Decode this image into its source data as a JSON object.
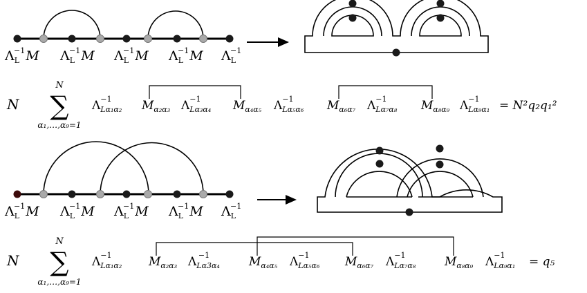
{
  "diagram_top": {
    "chain_labels": [
      {
        "base": "Λ",
        "sub": "L",
        "sup": "−1",
        "tail": "M"
      },
      {
        "base": "Λ",
        "sub": "L",
        "sup": "−1",
        "tail": "M"
      },
      {
        "base": "Λ",
        "sub": "L",
        "sup": "−1",
        "tail": "M"
      },
      {
        "base": "Λ",
        "sub": "L",
        "sup": "−1",
        "tail": "M"
      },
      {
        "base": "Λ",
        "sub": "L",
        "sup": "−1",
        "tail": ""
      }
    ],
    "pairing": "nested"
  },
  "equation_top": {
    "prefix": "N",
    "sum_upper": "N",
    "sum_lower": "α₁,…,α₉=1",
    "rhs": "= N²q₂q₁²",
    "factors": [
      {
        "base": "Λ",
        "sub": "Lα₁α₂",
        "sup": "−1"
      },
      {
        "base": "M",
        "sub": "α₂α₃",
        "sup": ""
      },
      {
        "base": "Λ",
        "sub": "Lα₃α₄",
        "sup": "−1"
      },
      {
        "base": "M",
        "sub": "α₄α₅",
        "sup": ""
      },
      {
        "base": "Λ",
        "sub": "Lα₅α₆",
        "sup": "−1"
      },
      {
        "base": "M",
        "sub": "α₆α₇",
        "sup": ""
      },
      {
        "base": "Λ",
        "sub": "Lα₇α₈",
        "sup": "−1"
      },
      {
        "base": "M",
        "sub": "α₈α₉",
        "sup": ""
      },
      {
        "base": "Λ",
        "sub": "Lα₉α₁",
        "sup": "−1"
      }
    ]
  },
  "diagram_bottom": {
    "chain_labels": [
      {
        "base": "Λ",
        "sub": "L",
        "sup": "−1",
        "tail": "M"
      },
      {
        "base": "Λ",
        "sub": "L",
        "sup": "−1",
        "tail": "M"
      },
      {
        "base": "Λ",
        "sub": "L",
        "sup": "−1",
        "tail": "M"
      },
      {
        "base": "Λ",
        "sub": "L",
        "sup": "−1",
        "tail": "M"
      },
      {
        "base": "Λ",
        "sub": "L",
        "sup": "−1",
        "tail": ""
      }
    ],
    "pairing": "crossed"
  },
  "equation_bottom": {
    "prefix": "N",
    "sum_upper": "N",
    "sum_lower": "α₁,…,α₉=1",
    "rhs": "= q₅",
    "factors": [
      {
        "base": "Λ",
        "sub": "Lα₁α₂",
        "sup": "−1"
      },
      {
        "base": "M",
        "sub": "α₂α₃",
        "sup": ""
      },
      {
        "base": "Λ",
        "sub": "Lα3α₄",
        "sup": "−1"
      },
      {
        "base": "M",
        "sub": "α₄α₅",
        "sup": ""
      },
      {
        "base": "Λ",
        "sub": "Lα₅α₆",
        "sup": "−1"
      },
      {
        "base": "M",
        "sub": "α₆α₇",
        "sup": ""
      },
      {
        "base": "Λ",
        "sub": "Lα₇α₈",
        "sup": "−1"
      },
      {
        "base": "M",
        "sub": "α₈α₉",
        "sup": ""
      },
      {
        "base": "Λ",
        "sub": "Lα₉α₁",
        "sup": "−1"
      }
    ]
  },
  "colors": {
    "ink": "#000000",
    "black_node": "#1a1a1a",
    "gray_node": "#a9a9a9",
    "first_node_bottom": "#3d0a0a"
  }
}
